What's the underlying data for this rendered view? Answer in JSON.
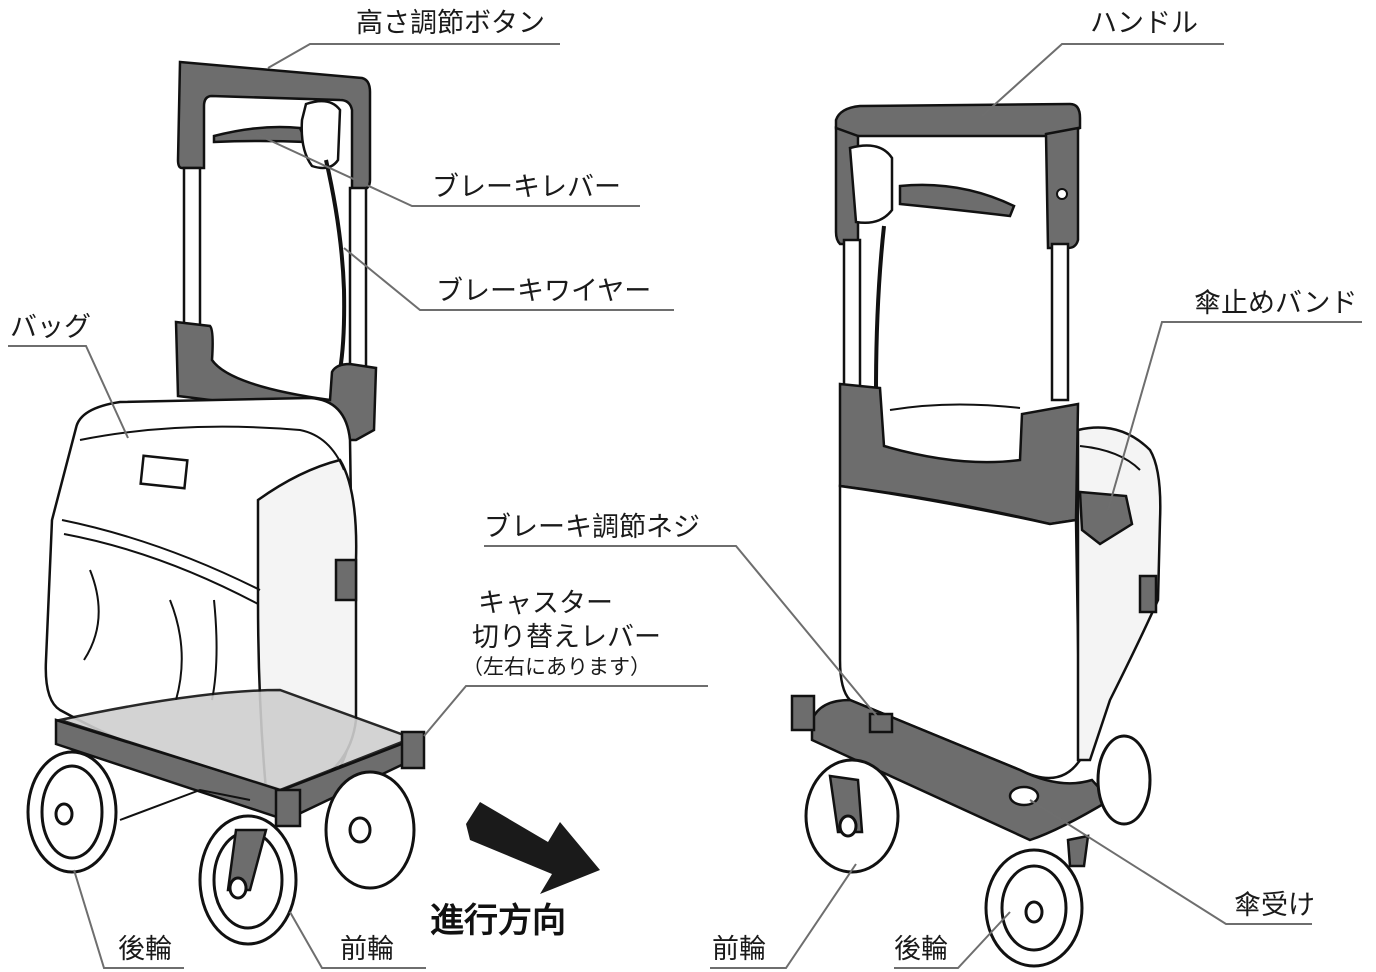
{
  "labels": {
    "height_button": "高さ調節ボタン",
    "brake_lever": "ブレーキレバー",
    "brake_wire": "ブレーキワイヤー",
    "bag": "バッグ",
    "rear_wheel_left": "後輪",
    "front_wheel_left": "前輪",
    "handle": "ハンドル",
    "umbrella_band": "傘止めバンド",
    "brake_adjust_screw": "ブレーキ調節ネジ",
    "caster_line1": "キャスター",
    "caster_line2": "切り替えレバー",
    "caster_note": "（左右にあります）",
    "direction": "進行方向",
    "front_wheel_right": "前輪",
    "rear_wheel_right": "後輪",
    "umbrella_holder": "傘受け"
  },
  "colors": {
    "accent_grey": "#6d6d6d",
    "leader_grey": "#6e6e6e",
    "arrow": "#1a1a1a"
  }
}
